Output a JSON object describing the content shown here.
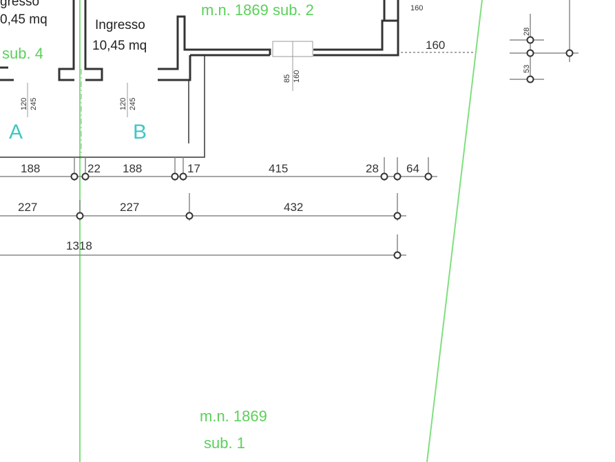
{
  "labels": {
    "room_left_name": "gresso",
    "room_left_area": "0,45 mq",
    "room_right_name": "Ingresso",
    "room_right_area": "10,45 mq",
    "sub4": "sub. 4",
    "unit_a": "A",
    "unit_b": "B",
    "mn_sub2": "m.n. 1869 sub. 2",
    "mn_1869": "m.n. 1869",
    "sub1": "sub. 1"
  },
  "door_dims": {
    "a_120": "120",
    "a_245": "245",
    "b_120": "120",
    "b_245": "245",
    "c_85": "85",
    "c_160": "160",
    "top_160": "160"
  },
  "side_dims": {
    "width_160": "160",
    "v28": "28",
    "v53": "53"
  },
  "dimension_rows": {
    "row1": [
      "188",
      "22",
      "188",
      "17",
      "415",
      "28",
      "64"
    ],
    "row2": [
      "227",
      "227",
      "432"
    ],
    "row3": [
      "1318"
    ]
  },
  "colors": {
    "walls": "#333333",
    "green_annotations": "#5bd05b",
    "unit_letters": "#3fc6c6",
    "dimension_lines": "#888888"
  }
}
